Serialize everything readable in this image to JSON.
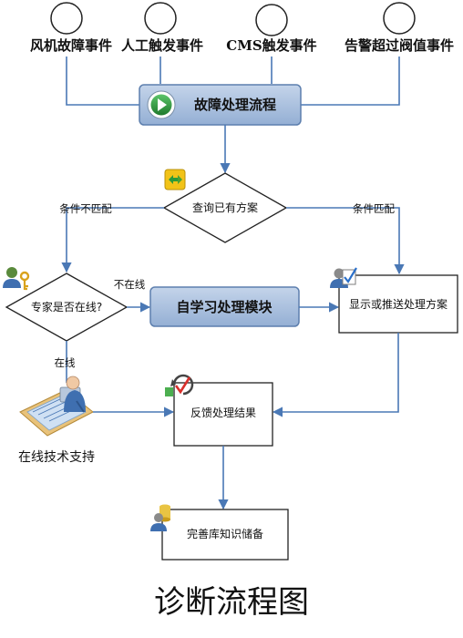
{
  "events": {
    "fan_fault": "风机故障事件",
    "manual": "人工触发事件",
    "cms": "CMS触发事件",
    "alarm": "告警超过阀值事件"
  },
  "process": {
    "main": "故障处理流程",
    "self_learning": "自学习处理模块"
  },
  "decisions": {
    "query_plan": "查询已有方案",
    "expert_online": "专家是否在线?"
  },
  "edge_labels": {
    "no_match": "条件不匹配",
    "match": "条件匹配",
    "offline": "不在线",
    "online": "在线"
  },
  "tasks": {
    "show_plan": "显示或推送处理方案",
    "feedback": "反馈处理结果",
    "knowledge": "完善库知识储备"
  },
  "online_support": "在线技术支持",
  "caption": "诊断流程图",
  "colors": {
    "connector": "#4a78b5",
    "process_fill": "#a9bfdc",
    "process_border": "#5d7fae",
    "play": "#2e8b3a"
  }
}
